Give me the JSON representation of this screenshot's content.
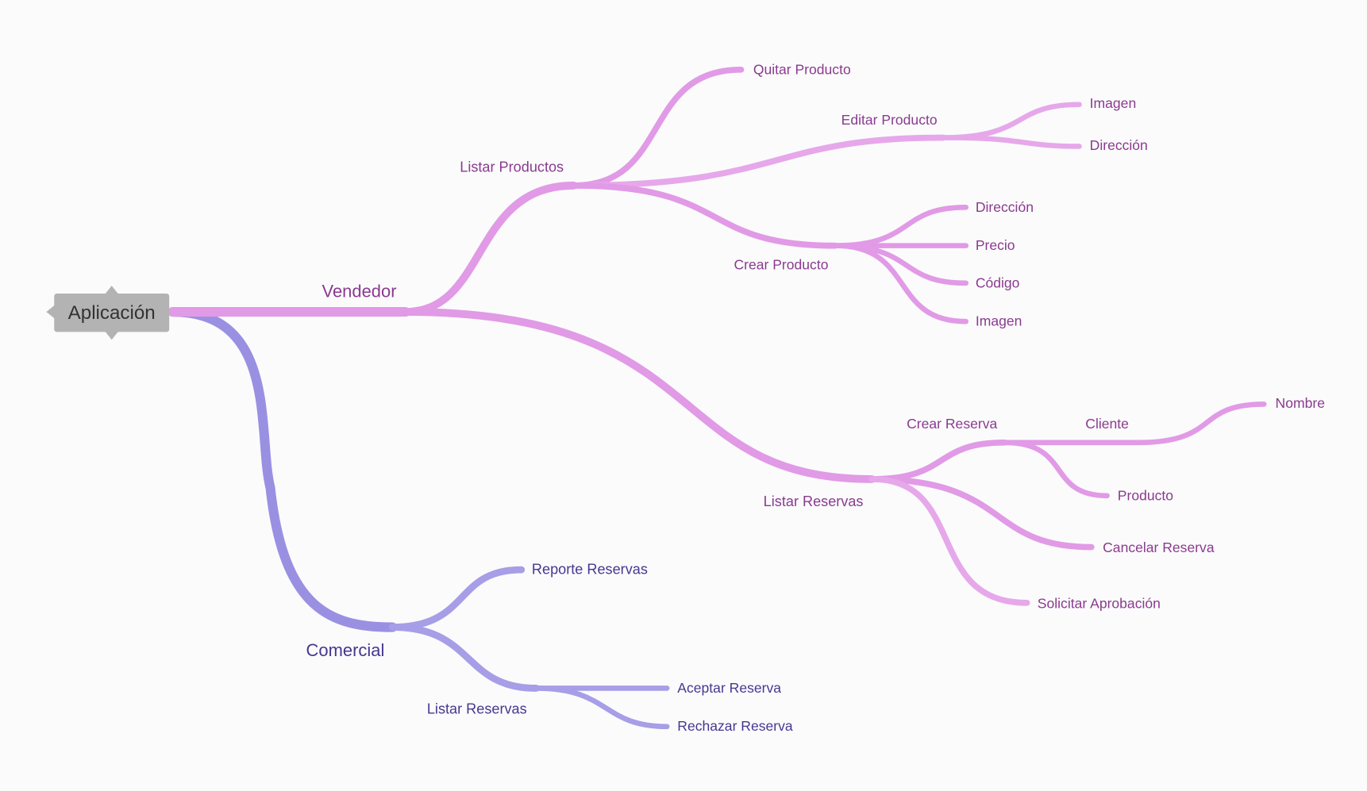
{
  "root": {
    "label": "Aplicación",
    "color": "#b3b3b3"
  },
  "colors": {
    "vendedor_branch": "#e19ae6",
    "comercial_branch": "#9a90e2",
    "vendedor_text": "#8a3b8e",
    "comercial_text": "#46388f"
  },
  "vendedor": {
    "label": "Vendedor",
    "listar_productos": {
      "label": "Listar Productos",
      "quitar_producto": "Quitar Producto",
      "editar_producto": {
        "label": "Editar Producto",
        "children": [
          "Imagen",
          "Dirección"
        ]
      },
      "crear_producto": {
        "label": "Crear Producto",
        "children": [
          "Dirección",
          "Precio",
          "Código",
          "Imagen"
        ]
      }
    },
    "listar_reservas": {
      "label": "Listar Reservas",
      "crear_reserva": {
        "label": "Crear Reserva",
        "cliente": {
          "label": "Cliente",
          "children": [
            "Nombre"
          ]
        },
        "producto": "Producto"
      },
      "cancelar_reserva": "Cancelar Reserva",
      "solicitar_aprobacion": "Solicitar Aprobación"
    }
  },
  "comercial": {
    "label": "Comercial",
    "reporte_reservas": "Reporte Reservas",
    "listar_reservas": {
      "label": "Listar Reservas",
      "children": [
        "Aceptar Reserva",
        "Rechazar Reserva"
      ]
    }
  }
}
